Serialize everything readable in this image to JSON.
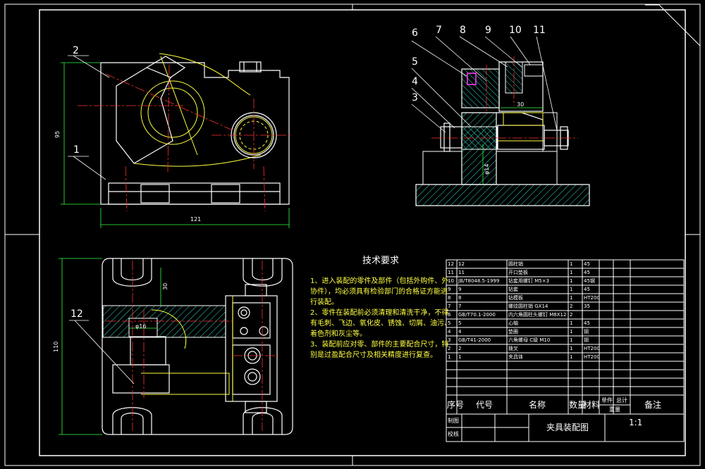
{
  "drawing_title": "夹具装配图",
  "scale": "1:1",
  "callouts": {
    "front": [
      {
        "num": "2"
      },
      {
        "num": "1"
      }
    ],
    "section": [
      {
        "num": "6"
      },
      {
        "num": "7"
      },
      {
        "num": "8"
      },
      {
        "num": "9"
      },
      {
        "num": "10"
      },
      {
        "num": "11"
      },
      {
        "num": "5"
      },
      {
        "num": "4"
      },
      {
        "num": "3"
      }
    ],
    "top": [
      {
        "num": "12"
      }
    ]
  },
  "dimensions": {
    "front_width": "121",
    "front_height": "95",
    "top_height": "110",
    "top_small": "30",
    "top_dia": "φ16",
    "section_small": "30",
    "section_vertical": "φ14"
  },
  "tech_requirements": {
    "title": "技术要求",
    "items": [
      "1、进入装配的零件及部件（包括外购件、外协件），均必须具有检验部门的合格证方能进行装配。",
      "2、零件在装配前必须清理和清洗干净，不得有毛刺、飞边、氧化皮、锈蚀、切屑、油污、着色剂和灰尘等。",
      "3、装配前应对零、部件的主要配合尺寸，特别是过盈配合尺寸及相关精度进行复查。"
    ]
  },
  "bom": [
    {
      "seq": "12",
      "code": "12",
      "name": "圆柱销",
      "qty": "1",
      "material": "45"
    },
    {
      "seq": "11",
      "code": "11",
      "name": "开口垫板",
      "qty": "1",
      "material": "45"
    },
    {
      "seq": "10",
      "code": "JB/T8048.5-1999",
      "name": "钻套用螺钉 M5×3",
      "qty": "1",
      "material": "45钢"
    },
    {
      "seq": "9",
      "code": "9",
      "name": "钻套",
      "qty": "1",
      "material": "45"
    },
    {
      "seq": "8",
      "code": "8",
      "name": "钻模板",
      "qty": "1",
      "material": "HT200"
    },
    {
      "seq": "7",
      "code": "7",
      "name": "螺纹圆柱销 GX14",
      "qty": "2",
      "material": "35"
    },
    {
      "seq": "6",
      "code": "GB/T70.1-2000",
      "name": "内六角圆柱头螺钉 M8X12",
      "qty": "2",
      "material": ""
    },
    {
      "seq": "5",
      "code": "5",
      "name": "心轴",
      "qty": "1",
      "material": "45"
    },
    {
      "seq": "4",
      "code": "4",
      "name": "垫圈",
      "qty": "1",
      "material": "钢"
    },
    {
      "seq": "3",
      "code": "GB/T41-2000",
      "name": "六角螺母 C级 M10",
      "qty": "1",
      "material": "钢"
    },
    {
      "seq": "2",
      "code": "2",
      "name": "拨叉",
      "qty": "1",
      "material": "HT200"
    },
    {
      "seq": "1",
      "code": "1",
      "name": "夹具体",
      "qty": "1",
      "material": "HT200"
    }
  ],
  "bom_header": {
    "seq": "序号",
    "code": "代号",
    "name": "名称",
    "qty": "数量",
    "material": "材料",
    "unit_weight": "单件",
    "total_weight": "总计",
    "weight": "重量",
    "note": "备注"
  },
  "title_block": {
    "drawn_label": "制图",
    "checked_label": "校核"
  },
  "colors": {
    "background": "#000000",
    "outline": "#ffffff",
    "centerline": "#ff3030",
    "hatch": "#30d8c8",
    "yellow": "#ffff40",
    "dimension": "#30ff40",
    "magenta": "#ff40ff"
  }
}
